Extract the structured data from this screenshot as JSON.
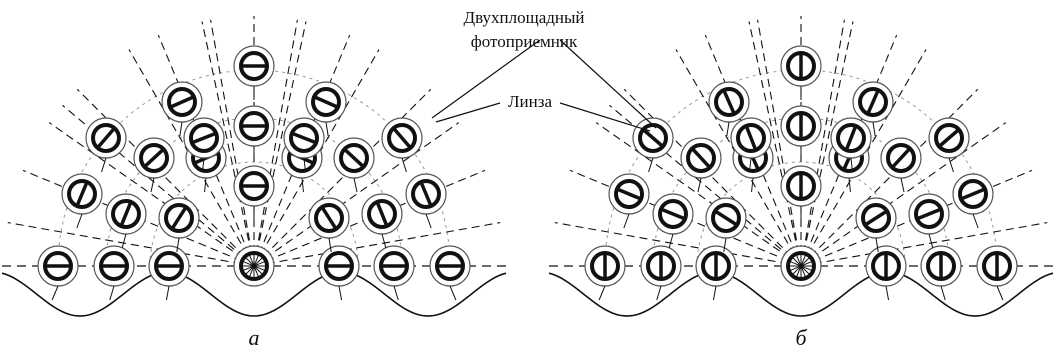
{
  "labels": {
    "detector_line1": "Двухплощадный",
    "detector_line2": "фотоприемник",
    "lens": "Линза"
  },
  "captions": {
    "left": "а",
    "right": "б"
  },
  "colors": {
    "ink": "#111111",
    "ring": "#555555",
    "guide": "#999999"
  }
}
